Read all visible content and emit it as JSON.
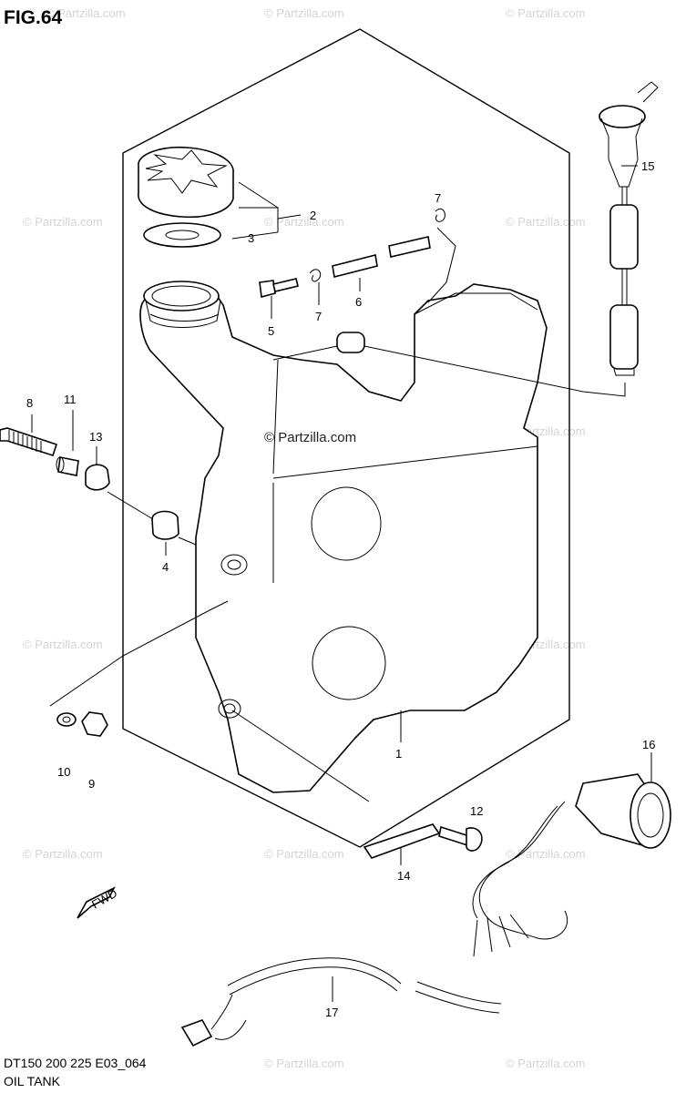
{
  "header": {
    "figure_label": "FIG.64"
  },
  "footer": {
    "model_code": "DT150 200 225 E03_064",
    "section_title": "OIL TANK"
  },
  "watermark": {
    "small": "© Partzilla.com",
    "large": "© Partzilla.com"
  },
  "fwd_arrow_text": "FWD",
  "callouts": {
    "c1": "1",
    "c2": "2",
    "c3": "3",
    "c4": "4",
    "c5": "5",
    "c6": "6",
    "c7a": "7",
    "c7b": "7",
    "c8": "8",
    "c9": "9",
    "c10": "10",
    "c11": "11",
    "c12": "12",
    "c13": "13",
    "c14": "14",
    "c15": "15",
    "c16": "16",
    "c17": "17"
  }
}
